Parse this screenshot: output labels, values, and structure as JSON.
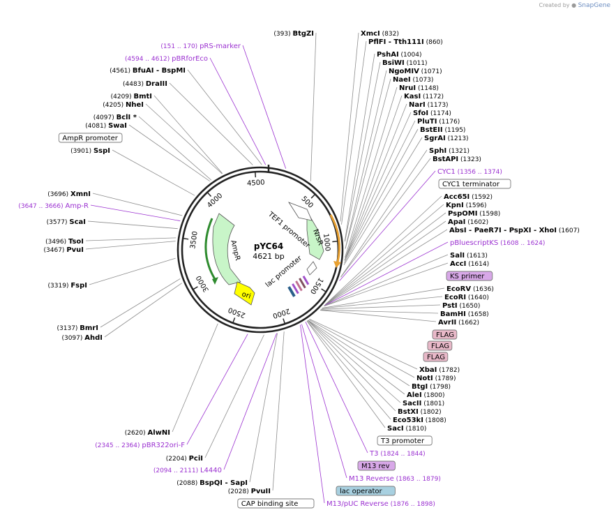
{
  "credit": {
    "prefix": "Created by",
    "brand": "SnapGene"
  },
  "plasmid": {
    "name": "pYC64",
    "length": "4621 bp"
  },
  "ticks": [
    "500",
    "1000",
    "1500",
    "2000",
    "2500",
    "3000",
    "3500",
    "4000",
    "4500"
  ],
  "colors": {
    "backbone": "#222222",
    "feature_line": "#9a2fd0",
    "enzyme_line": "#8c8c8c",
    "ampr": "#c8f5c8",
    "ampr_promoter_arrow": "#2e8b2e",
    "ori": "#ffff00",
    "nrsr": "#c8f5c8",
    "tef1": "#ffffff",
    "cyc1": "#e8a030",
    "lac_operator": "#a8d0e0",
    "cap_site": "#a8d0e0",
    "flag": "#e8b8c8",
    "ks_primer": "#d8a8e8"
  },
  "map_features": [
    {
      "label": "AmpR",
      "name": "ampr-feature",
      "kind": "cds"
    },
    {
      "label": "ori",
      "name": "ori-feature",
      "kind": "origin"
    },
    {
      "label": "NrsR",
      "name": "nrsr-feature",
      "kind": "cds"
    },
    {
      "label": "TEF1 promoter",
      "name": "tef1-promoter-feature",
      "kind": "promoter"
    },
    {
      "label": "lac promoter",
      "name": "lac-promoter-feature",
      "kind": "promoter"
    }
  ],
  "left_labels": [
    {
      "pos": "(393)",
      "name": "BtgZI",
      "kind": "enzyme"
    },
    {
      "pos": "(151 .. 170)",
      "name": "pRS-marker",
      "kind": "feature"
    },
    {
      "pos": "(4594 .. 4612)",
      "name": "pBRforEco",
      "kind": "feature"
    },
    {
      "pos": "(4561)",
      "name": "BfuAI",
      "extra": " - BspMI",
      "kind": "enzyme"
    },
    {
      "pos": "(4483)",
      "name": "DraIII",
      "kind": "enzyme"
    },
    {
      "pos": "(4209)",
      "name": "BmtI",
      "kind": "enzyme"
    },
    {
      "pos": "(4205)",
      "name": "NheI",
      "kind": "enzyme"
    },
    {
      "pos": "(4097)",
      "name": "BclI *",
      "kind": "enzyme"
    },
    {
      "pos": "(4081)",
      "name": "SwaI",
      "kind": "enzyme"
    },
    {
      "pos": "",
      "name": "AmpR promoter",
      "kind": "box"
    },
    {
      "pos": "(3901)",
      "name": "SspI",
      "kind": "enzyme"
    },
    {
      "pos": "(3696)",
      "name": "XmnI",
      "kind": "enzyme"
    },
    {
      "pos": "(3647 .. 3666)",
      "name": "Amp-R",
      "kind": "feature"
    },
    {
      "pos": "(3577)",
      "name": "ScaI",
      "kind": "enzyme"
    },
    {
      "pos": "(3496)",
      "name": "TsoI",
      "kind": "enzyme"
    },
    {
      "pos": "(3467)",
      "name": "PvuI",
      "kind": "enzyme"
    },
    {
      "pos": "(3319)",
      "name": "FspI",
      "kind": "enzyme"
    },
    {
      "pos": "(3137)",
      "name": "BmrI",
      "kind": "enzyme"
    },
    {
      "pos": "(3097)",
      "name": "AhdI",
      "kind": "enzyme"
    },
    {
      "pos": "(2620)",
      "name": "AlwNI",
      "kind": "enzyme"
    },
    {
      "pos": "(2345 .. 2364)",
      "name": "pBR322ori-F",
      "kind": "feature"
    },
    {
      "pos": "(2204)",
      "name": "PciI",
      "kind": "enzyme"
    },
    {
      "pos": "(2094 .. 2111)",
      "name": "L4440",
      "kind": "feature"
    },
    {
      "pos": "(2088)",
      "name": "BspQI",
      "extra": " - SapI",
      "kind": "enzyme"
    },
    {
      "pos": "(2028)",
      "name": "PvuII",
      "kind": "enzyme"
    },
    {
      "pos": "",
      "name": "CAP binding site",
      "kind": "box"
    }
  ],
  "right_labels": [
    {
      "name": "XmcI",
      "pos": "(832)",
      "kind": "enzyme"
    },
    {
      "name": "PflFI",
      "extra": " - Tth111I",
      "pos": "(860)",
      "kind": "enzyme"
    },
    {
      "name": "PshAI",
      "pos": "(1004)",
      "kind": "enzyme"
    },
    {
      "name": "BsiWI",
      "pos": "(1011)",
      "kind": "enzyme"
    },
    {
      "name": "NgoMIV",
      "pos": "(1071)",
      "kind": "enzyme"
    },
    {
      "name": "NaeI",
      "pos": "(1073)",
      "kind": "enzyme"
    },
    {
      "name": "NruI",
      "pos": "(1148)",
      "kind": "enzyme"
    },
    {
      "name": "KasI",
      "pos": "(1172)",
      "kind": "enzyme"
    },
    {
      "name": "NarI",
      "pos": "(1173)",
      "kind": "enzyme"
    },
    {
      "name": "SfoI",
      "pos": "(1174)",
      "kind": "enzyme"
    },
    {
      "name": "PluTI",
      "pos": "(1176)",
      "kind": "enzyme"
    },
    {
      "name": "BstEII",
      "pos": "(1195)",
      "kind": "enzyme"
    },
    {
      "name": "SgrAI",
      "pos": "(1213)",
      "kind": "enzyme"
    },
    {
      "name": "SphI",
      "pos": "(1321)",
      "kind": "enzyme"
    },
    {
      "name": "BstAPI",
      "pos": "(1323)",
      "kind": "enzyme"
    },
    {
      "name": "CYC1",
      "pos": "(1356 .. 1374)",
      "kind": "feature"
    },
    {
      "name": "CYC1 terminator",
      "pos": "",
      "kind": "box"
    },
    {
      "name": "Acc65I",
      "pos": "(1592)",
      "kind": "enzyme"
    },
    {
      "name": "KpnI",
      "pos": "(1596)",
      "kind": "enzyme"
    },
    {
      "name": "PspOMI",
      "pos": "(1598)",
      "kind": "enzyme"
    },
    {
      "name": "ApaI",
      "pos": "(1602)",
      "kind": "enzyme"
    },
    {
      "name": "AbsI",
      "extra": " - PaeR7I  - PspXI  - XhoI",
      "pos": "(1607)",
      "kind": "enzyme"
    },
    {
      "name": "pBluescriptKS",
      "pos": "(1608 .. 1624)",
      "kind": "feature"
    },
    {
      "name": "SalI",
      "pos": "(1613)",
      "kind": "enzyme"
    },
    {
      "name": "AccI",
      "pos": "(1614)",
      "kind": "enzyme"
    },
    {
      "name": "KS primer",
      "pos": "",
      "kind": "pbox"
    },
    {
      "name": "EcoRV",
      "pos": "(1636)",
      "kind": "enzyme"
    },
    {
      "name": "EcoRI",
      "pos": "(1640)",
      "kind": "enzyme"
    },
    {
      "name": "PstI",
      "pos": "(1650)",
      "kind": "enzyme"
    },
    {
      "name": "BamHI",
      "pos": "(1658)",
      "kind": "enzyme"
    },
    {
      "name": "AvrII",
      "pos": "(1662)",
      "kind": "enzyme"
    },
    {
      "name": "FLAG",
      "pos": "",
      "kind": "fbox"
    },
    {
      "name": "FLAG",
      "pos": "",
      "kind": "fbox"
    },
    {
      "name": "FLAG",
      "pos": "",
      "kind": "fbox"
    },
    {
      "name": "XbaI",
      "pos": "(1782)",
      "kind": "enzyme"
    },
    {
      "name": "NotI",
      "pos": "(1789)",
      "kind": "enzyme"
    },
    {
      "name": "BtgI",
      "pos": "(1798)",
      "kind": "enzyme"
    },
    {
      "name": "AleI",
      "pos": "(1800)",
      "kind": "enzyme"
    },
    {
      "name": "SacII",
      "pos": "(1801)",
      "kind": "enzyme"
    },
    {
      "name": "BstXI",
      "pos": "(1802)",
      "kind": "enzyme"
    },
    {
      "name": "Eco53kI",
      "pos": "(1808)",
      "kind": "enzyme"
    },
    {
      "name": "SacI",
      "pos": "(1810)",
      "kind": "enzyme"
    },
    {
      "name": "T3 promoter",
      "pos": "",
      "kind": "box"
    },
    {
      "name": "T3",
      "pos": "(1824 .. 1844)",
      "kind": "feature"
    },
    {
      "name": "M13 rev",
      "pos": "",
      "kind": "pbox"
    },
    {
      "name": "M13 Reverse",
      "pos": "(1863 .. 1879)",
      "kind": "feature"
    },
    {
      "name": "lac operator",
      "pos": "",
      "kind": "bbox"
    },
    {
      "name": "M13/pUC Reverse",
      "pos": "(1876 .. 1898)",
      "kind": "feature"
    }
  ]
}
